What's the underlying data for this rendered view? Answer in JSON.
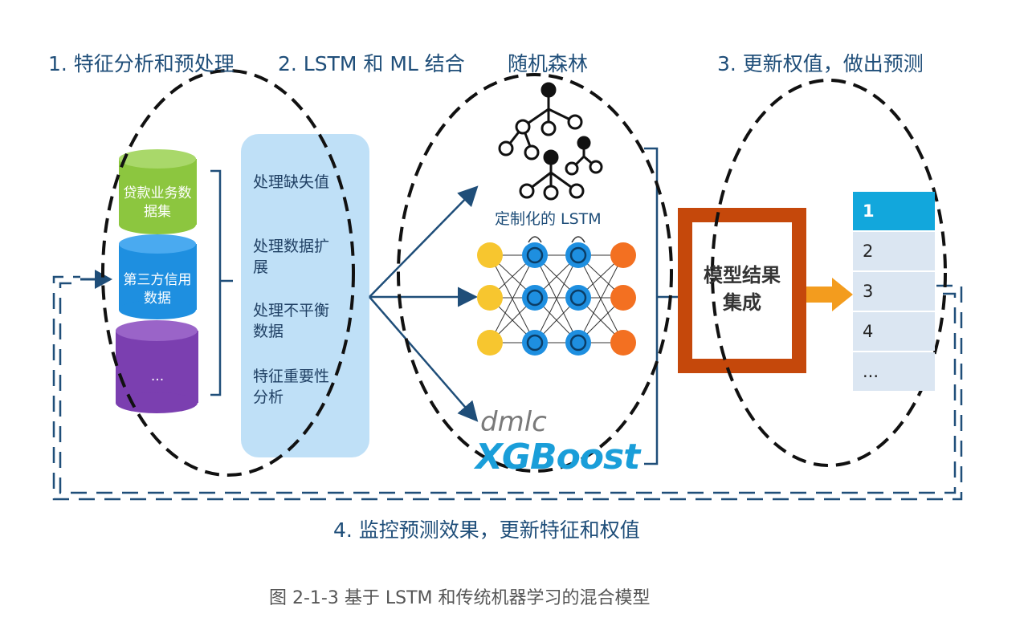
{
  "steps": {
    "step1": "1. 特征分析和预处理",
    "step2": "2. LSTM 和 ML 结合",
    "random_forest": "随机森林",
    "step3": "3. 更新权值，做出预测",
    "step4": "4. 监控预测效果，更新特征和权值"
  },
  "datasets": {
    "loan": "贷款业务数据集",
    "third_party": "第三方信用数据",
    "other": "..."
  },
  "preprocessing": [
    "处理缺失值",
    "处理数据扩展",
    "处理不平衡数据",
    "特征重要性分析"
  ],
  "models": {
    "custom_lstm": "定制化的 LSTM",
    "dmlc": "dmlc",
    "xgboost": "XGBoost"
  },
  "ensemble": "模型结果集成",
  "ranking": [
    "1",
    "2",
    "3",
    "4",
    "..."
  ],
  "caption": "图 2-1-3 基于 LSTM 和传统机器学习的混合模型",
  "colors": {
    "title_blue": "#1f4e79",
    "cyl_green": "#8cc63f",
    "cyl_blue": "#1e8fe0",
    "cyl_purple": "#7b3fb0",
    "panel_blue": "#bfe0f7",
    "ensemble_orange": "#c5480b",
    "arrow_orange": "#f39c1e",
    "rank_top": "#12a7dc",
    "rank_row": "#dbe6f2",
    "xgboost_blue": "#1a9ed9"
  }
}
